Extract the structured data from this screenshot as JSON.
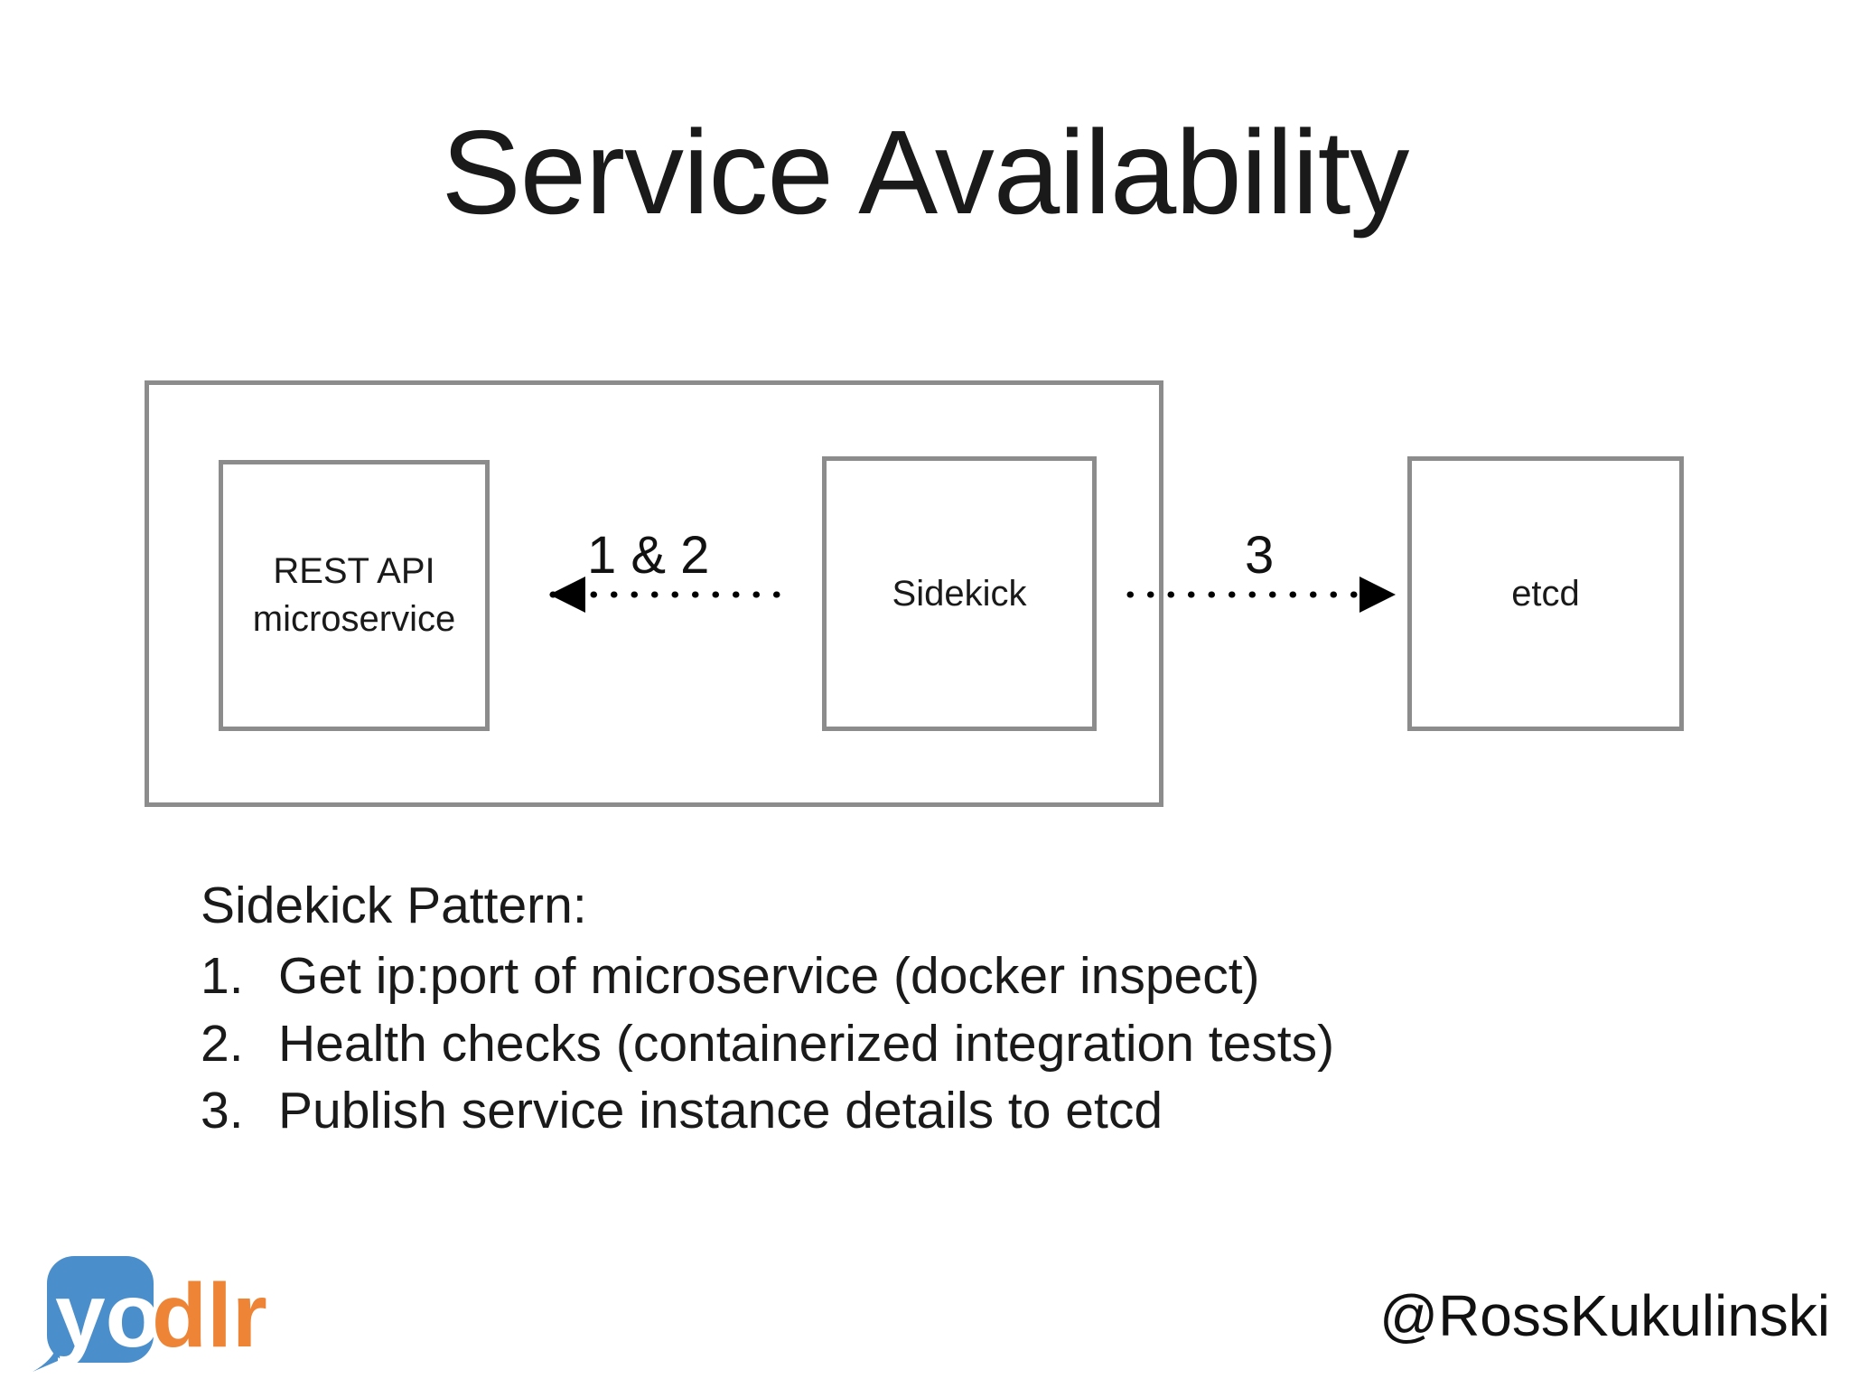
{
  "slide": {
    "title": "Service Availability",
    "background_color": "#ffffff",
    "text_color": "#1a1a1a"
  },
  "diagram": {
    "stroke_color": "#8c8c8c",
    "arrow_color": "#000000",
    "host_container": {
      "label": ""
    },
    "nodes": [
      {
        "id": "rest-api",
        "label": "REST API\nmicroservice"
      },
      {
        "id": "sidekick",
        "label": "Sidekick"
      },
      {
        "id": "etcd",
        "label": "etcd"
      }
    ],
    "edges": [
      {
        "id": "sidekick-to-rest-api",
        "label": "1 & 2",
        "from": "sidekick",
        "to": "rest-api",
        "direction": "left",
        "style": "dotted"
      },
      {
        "id": "sidekick-to-etcd",
        "label": "3",
        "from": "sidekick",
        "to": "etcd",
        "direction": "right",
        "style": "dotted"
      }
    ]
  },
  "body": {
    "heading": "Sidekick Pattern:",
    "items": [
      {
        "number": "1.",
        "text": "Get ip:port of microservice (docker inspect)"
      },
      {
        "number": "2.",
        "text": "Health checks (containerized integration tests)"
      },
      {
        "number": "3.",
        "text": "Publish service instance details to etcd"
      }
    ]
  },
  "footer": {
    "logo": {
      "name": "yodlr-logo",
      "text_primary": "yo",
      "text_secondary": "dlr",
      "blue": "#4a8ecb",
      "orange": "#ee8436",
      "white": "#ffffff"
    },
    "handle": "@RossKukulinski"
  }
}
